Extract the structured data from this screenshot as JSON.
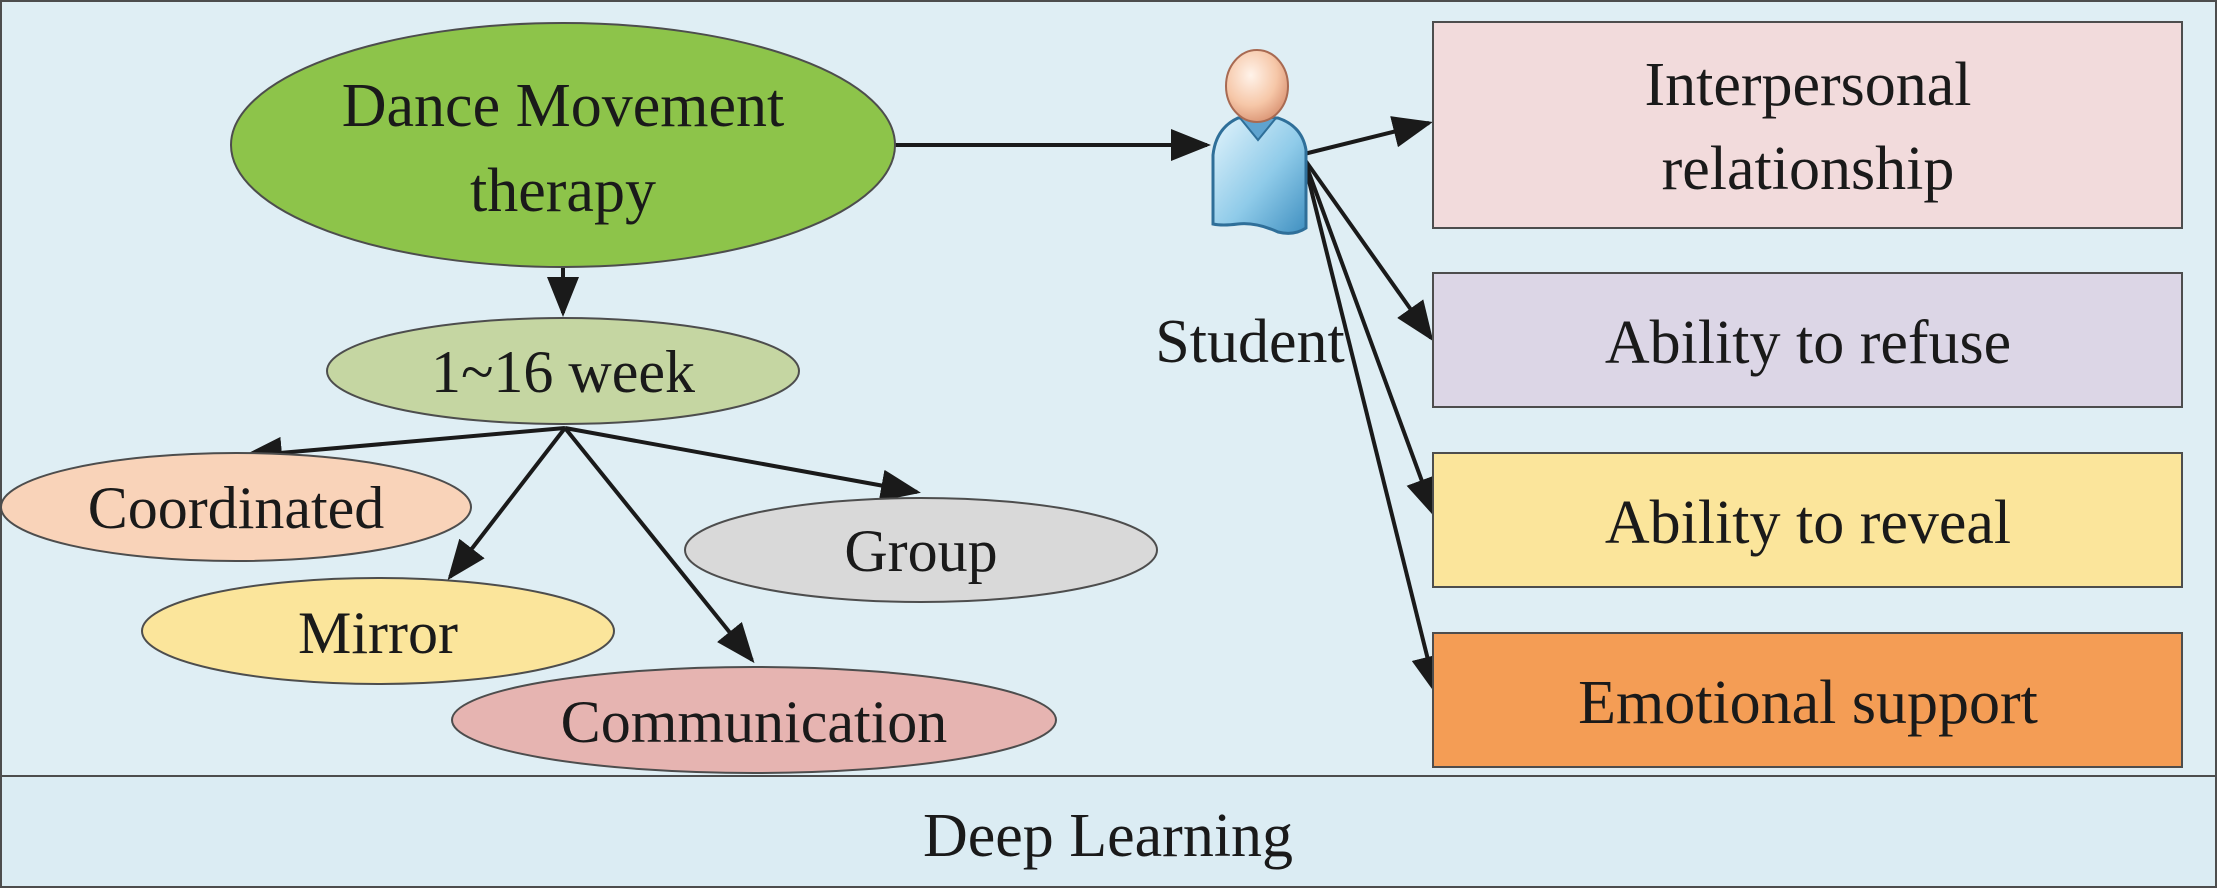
{
  "therapy": {
    "line1": "Dance Movement",
    "line2": "therapy"
  },
  "duration": "1~16 week",
  "activities": {
    "coordinated": "Coordinated",
    "group": "Group",
    "mirror": "Mirror",
    "communication": "Communication"
  },
  "student": "Student",
  "outcomes": {
    "interpersonal_line1": "Interpersonal",
    "interpersonal_line2": "relationship",
    "refuse": "Ability to refuse",
    "reveal": "Ability to reveal",
    "emotional": "Emotional support"
  },
  "footer": "Deep Learning",
  "colors": {
    "panel_bg": "#dfeef4",
    "therapy_fill": "#8dc44a",
    "week_fill": "#c5d6a2",
    "coordinated_fill": "#f9d3b9",
    "group_fill": "#d9d9d9",
    "mirror_fill": "#fbe59b",
    "communication_fill": "#e6b4b1",
    "interpersonal_fill": "#f2dbdc",
    "refuse_fill": "#dcd6e6",
    "reveal_fill": "#fbe59b",
    "emotional_fill": "#f49d55"
  },
  "icons": {
    "student": "person-icon"
  }
}
